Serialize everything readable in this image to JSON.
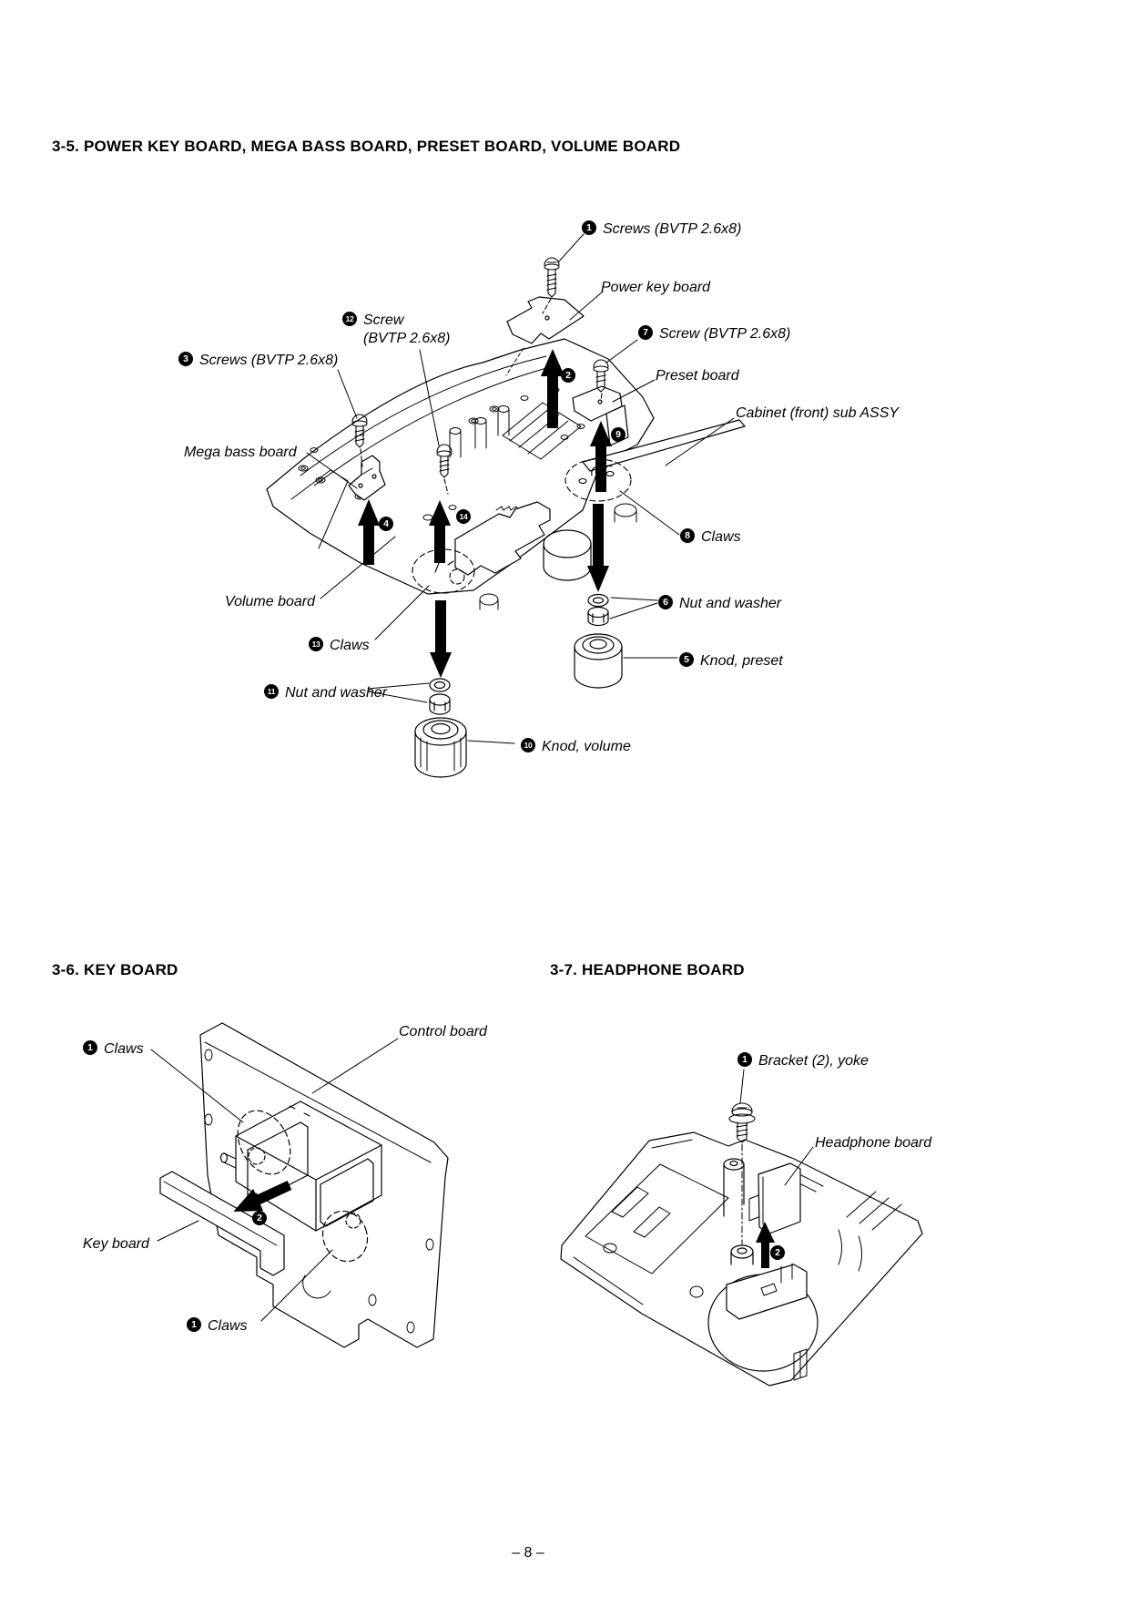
{
  "page_number": "– 8 –",
  "sections": {
    "s35": {
      "title": "3-5. POWER KEY BOARD, MEGA BASS BOARD, PRESET BOARD, VOLUME BOARD",
      "labels": {
        "screws1": {
          "num": "1",
          "text": "Screws (BVTP 2.6x8)"
        },
        "power_key_board": {
          "text": "Power key board"
        },
        "screw12": {
          "num": "12",
          "line1": "Screw",
          "line2": "(BVTP 2.6x8)"
        },
        "screw7": {
          "num": "7",
          "text": "Screw (BVTP 2.6x8)"
        },
        "screws3": {
          "num": "3",
          "text": "Screws (BVTP 2.6x8)"
        },
        "preset_board": {
          "text": "Preset board"
        },
        "cabinet": {
          "text": "Cabinet (front) sub ASSY"
        },
        "mega_bass_board": {
          "text": "Mega bass board"
        },
        "claws8": {
          "num": "8",
          "text": "Claws"
        },
        "volume_board": {
          "text": "Volume board"
        },
        "nut_washer6": {
          "num": "6",
          "text": "Nut and washer"
        },
        "claws13": {
          "num": "13",
          "text": "Claws"
        },
        "knod_preset": {
          "num": "5",
          "text": "Knod, preset"
        },
        "nut_washer11": {
          "num": "11",
          "text": "Nut and washer"
        },
        "knod_volume": {
          "num": "10",
          "text": "Knod, volume"
        }
      },
      "callouts": {
        "c2": "2",
        "c9": "9",
        "c4": "4",
        "c14": "14"
      }
    },
    "s36": {
      "title": "3-6. KEY BOARD",
      "labels": {
        "claws_top": {
          "num": "1",
          "text": "Claws"
        },
        "control_board": {
          "text": "Control board"
        },
        "key_board": {
          "text": "Key board"
        },
        "claws_bottom": {
          "num": "1",
          "text": "Claws"
        }
      },
      "callouts": {
        "c2": "2"
      }
    },
    "s37": {
      "title": "3-7. HEADPHONE BOARD",
      "labels": {
        "bracket": {
          "num": "1",
          "text": "Bracket (2), yoke"
        },
        "headphone_board": {
          "text": "Headphone board"
        }
      },
      "callouts": {
        "c2": "2"
      }
    }
  }
}
